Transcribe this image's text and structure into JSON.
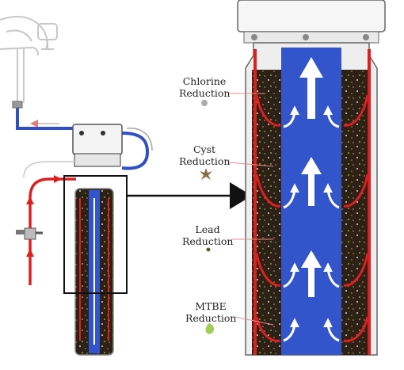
{
  "labels": {
    "chlorine": {
      "line1": "Chlorine",
      "line2": "Reduction"
    },
    "cyst": {
      "line1": "Cyst",
      "line2": "Reduction"
    },
    "lead": {
      "line1": "Lead",
      "line2": "Reduction"
    },
    "mtbe": {
      "line1": "MTBE",
      "line2": "Reduction"
    }
  },
  "colors": {
    "water_clean": "#3355cc",
    "water_unfiltered": "#dd1f1f",
    "carbon_media": "#2d2116",
    "housing_outline": "#555555",
    "chlorine_particle": "#aaaaaa",
    "cyst_particle": "#8b6b3d",
    "lead_particle": "#5a5a2a",
    "mtbe_particle": "#9fcf55"
  },
  "icons": [
    "faucet-icon",
    "valve-icon",
    "filter-cartridge-icon",
    "zoom-arrow-icon"
  ]
}
